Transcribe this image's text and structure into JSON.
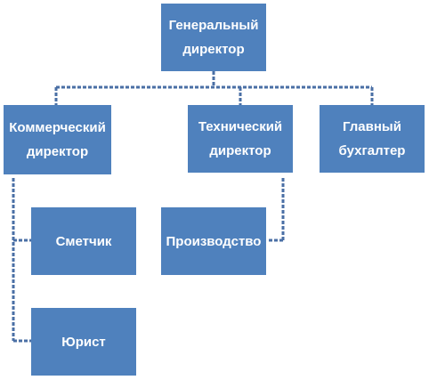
{
  "colors": {
    "node_fill": "#4f81bd",
    "node_text": "#ffffff",
    "connector": "#4a6fa5"
  },
  "org": {
    "ceo": {
      "label": "Генеральный директор"
    },
    "commercial_director": {
      "label": "Коммерческий директор"
    },
    "technical_director": {
      "label": "Технический директор"
    },
    "chief_accountant": {
      "label": "Главный бухгалтер"
    },
    "estimator": {
      "label": "Сметчик"
    },
    "lawyer": {
      "label": "Юрист"
    },
    "production": {
      "label": "Производство"
    }
  }
}
